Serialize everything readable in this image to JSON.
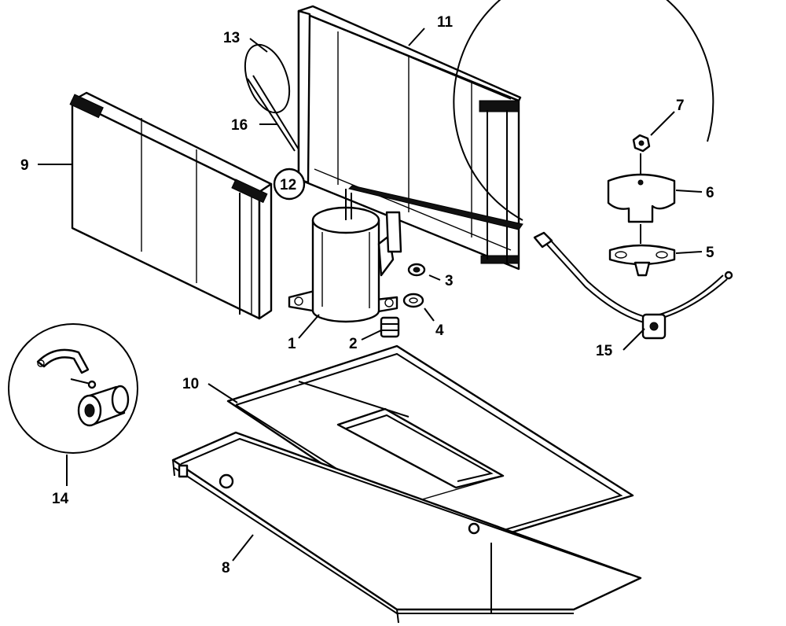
{
  "callouts": {
    "c1": "1",
    "c2": "2",
    "c3": "3",
    "c4": "4",
    "c5": "5",
    "c6": "6",
    "c7": "7",
    "c8": "8",
    "c9": "9",
    "c10": "10",
    "c11": "11",
    "c12": "12",
    "c13": "13",
    "c14": "14",
    "c15": "15",
    "c16": "16"
  },
  "parts": [
    {
      "ref": "1",
      "part": "compressor"
    },
    {
      "ref": "2",
      "part": "grommet"
    },
    {
      "ref": "3",
      "part": "nut"
    },
    {
      "ref": "4",
      "part": "washer"
    },
    {
      "ref": "5",
      "part": "terminal-gasket"
    },
    {
      "ref": "6",
      "part": "terminal-cover"
    },
    {
      "ref": "7",
      "part": "cover-nut"
    },
    {
      "ref": "8",
      "part": "base-pan"
    },
    {
      "ref": "9",
      "part": "evaporator-coil"
    },
    {
      "ref": "10",
      "part": "drain-pan"
    },
    {
      "ref": "11",
      "part": "condenser-coil"
    },
    {
      "ref": "12",
      "part": "capillary-assembly"
    },
    {
      "ref": "13",
      "part": "capillary-tube"
    },
    {
      "ref": "14",
      "part": "clamp-and-motor-mount"
    },
    {
      "ref": "15",
      "part": "overload-wire"
    },
    {
      "ref": "16",
      "part": "sensing-bulb"
    }
  ]
}
